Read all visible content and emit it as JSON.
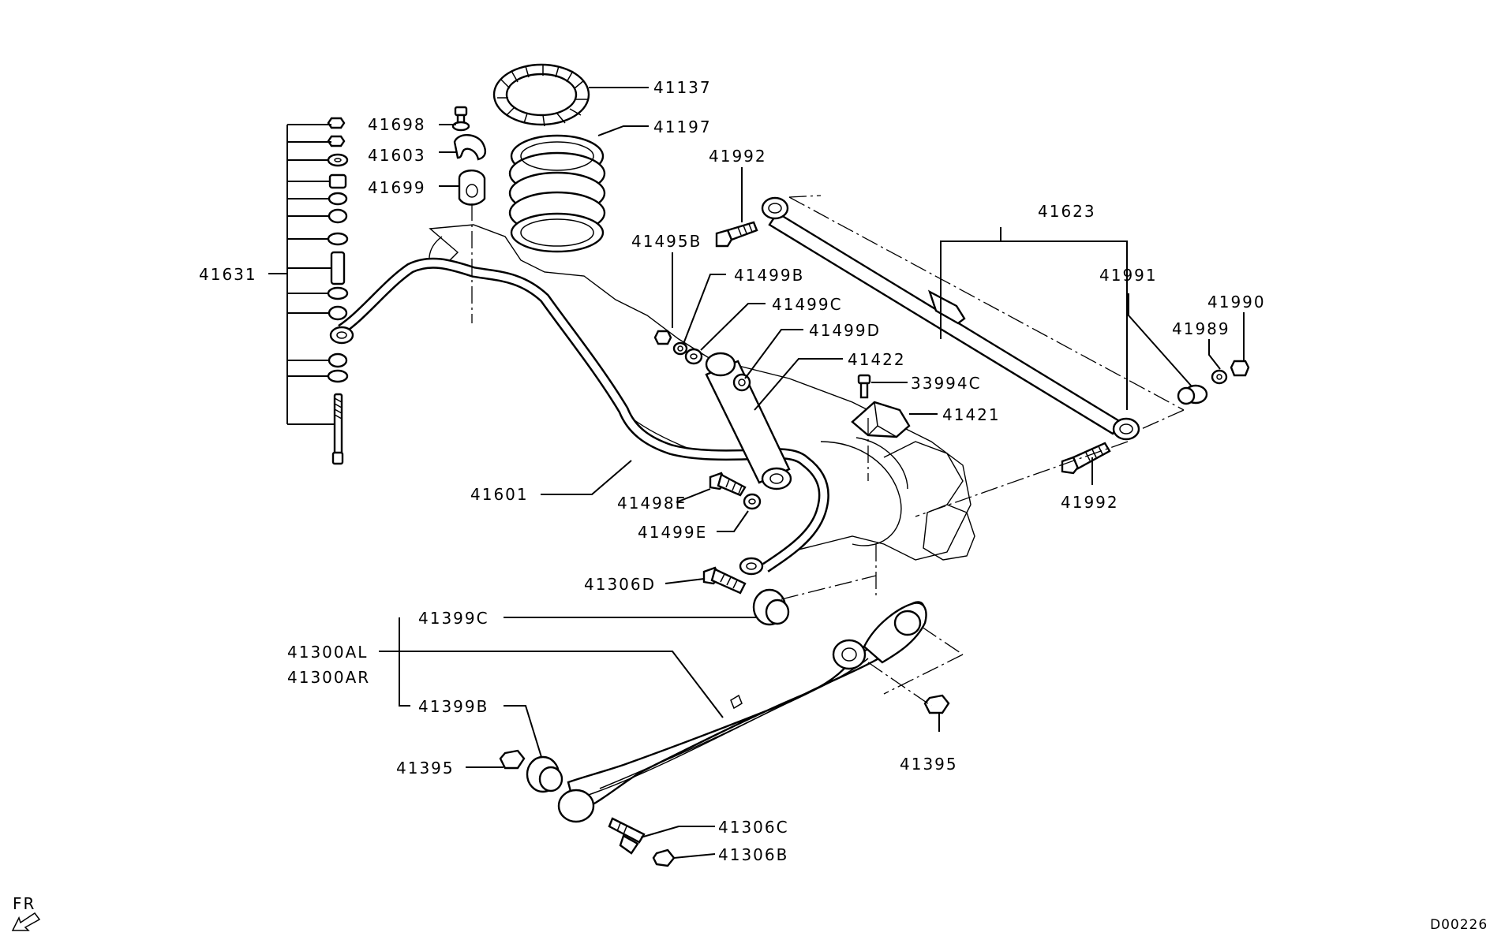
{
  "labels": {
    "p41137": "41137",
    "p41197": "41197",
    "p41698": "41698",
    "p41603": "41603",
    "p41699": "41699",
    "p41992_top": "41992",
    "p41623": "41623",
    "p41495B": "41495B",
    "p41499B": "41499B",
    "p41991": "41991",
    "p41990": "41990",
    "p41631": "41631",
    "p41499C": "41499C",
    "p41989": "41989",
    "p41499D": "41499D",
    "p41422": "41422",
    "p33994C": "33994C",
    "p41421": "41421",
    "p41992_bottom": "41992",
    "p41601": "41601",
    "p41498E": "41498E",
    "p41499E": "41499E",
    "p41306D": "41306D",
    "p41399C": "41399C",
    "p41300AL": "41300AL",
    "p41300AR": "41300AR",
    "p41399B": "41399B",
    "p41395_left": "41395",
    "p41395_right": "41395",
    "p41306C": "41306C",
    "p41306B": "41306B"
  },
  "front_marker": "FR",
  "diagram_code": "D00226"
}
